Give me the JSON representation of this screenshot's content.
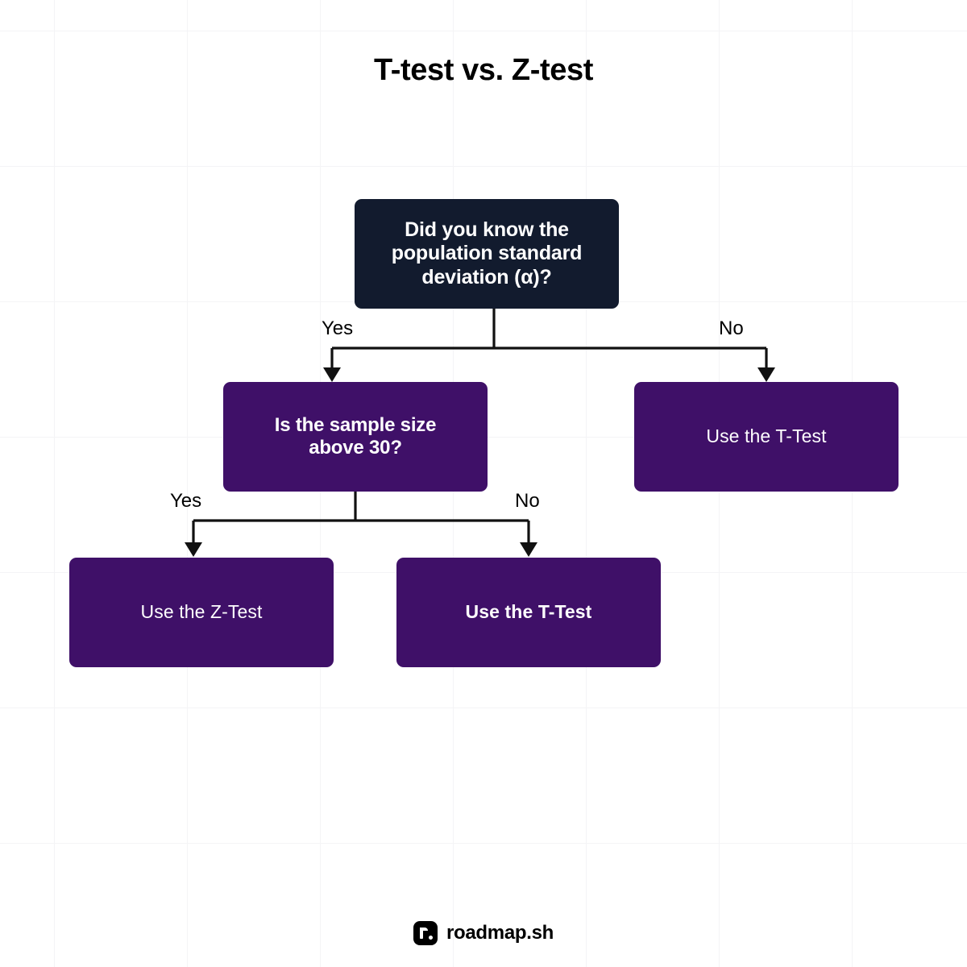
{
  "page": {
    "title": "T-test vs. Z-test",
    "background_color": "#ffffff",
    "grid_color": "#f4f4f6"
  },
  "colors": {
    "node_dark": "#121b2e",
    "node_purple": "#3f1068",
    "node_text": "#ffffff",
    "edge_line": "#111111",
    "edge_label_text": "#000000",
    "title_text": "#000000"
  },
  "flowchart": {
    "type": "decision-tree",
    "nodes": [
      {
        "id": "root",
        "label": "Did you know the\npopulation standard\ndeviation (α)?",
        "style": "dark",
        "level": 0
      },
      {
        "id": "sample-size",
        "label": "Is the sample size\nabove 30?",
        "style": "purple",
        "level": 1
      },
      {
        "id": "ttest-right",
        "label": "Use the T-Test",
        "style": "purple",
        "level": 1
      },
      {
        "id": "ztest",
        "label": "Use the Z-Test",
        "style": "purple",
        "level": 2
      },
      {
        "id": "ttest-bottom",
        "label": "Use the T-Test",
        "style": "purple",
        "level": 2
      }
    ],
    "edges": [
      {
        "from": "root",
        "to": "sample-size",
        "label": "Yes"
      },
      {
        "from": "root",
        "to": "ttest-right",
        "label": "No"
      },
      {
        "from": "sample-size",
        "to": "ztest",
        "label": "Yes"
      },
      {
        "from": "sample-size",
        "to": "ttest-bottom",
        "label": "No"
      }
    ]
  },
  "footer": {
    "brand_name": "roadmap.sh",
    "logo_letter": "r"
  }
}
